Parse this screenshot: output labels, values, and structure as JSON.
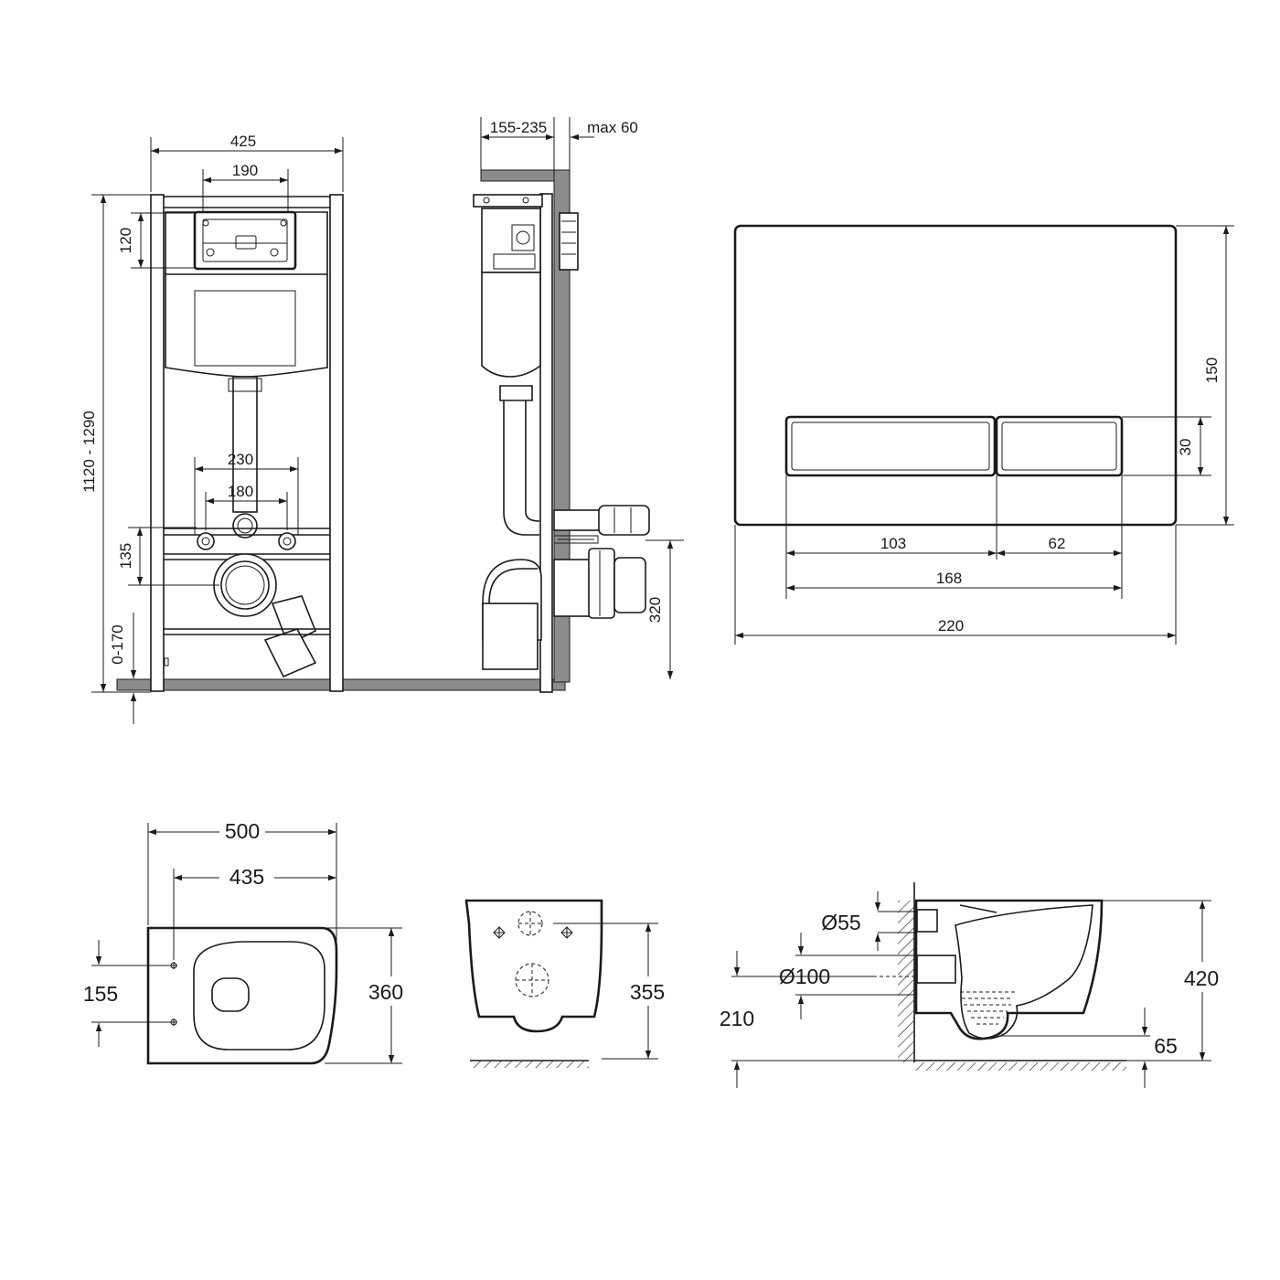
{
  "frame_front": {
    "width": "425",
    "plate_width": "190",
    "plate_height": "120",
    "height_range": "1120 - 1290",
    "bolt_spacing_outer": "230",
    "bolt_spacing_inner": "180",
    "outlet_height_offset": "135",
    "leg_adjust": "0-170"
  },
  "frame_side": {
    "depth_range": "155-235",
    "wall_max": "max 60",
    "outlet_height": "320"
  },
  "flush_plate": {
    "height": "150",
    "button_height": "30",
    "button_left_width": "103",
    "button_right_width": "62",
    "buttons_total_width": "168",
    "total_width": "220"
  },
  "bowl_top": {
    "length": "500",
    "fixing_to_front": "435",
    "fixing_spacing": "155",
    "width": "360"
  },
  "bowl_back": {
    "height": "355"
  },
  "bowl_side": {
    "inlet_diameter": "Ø55",
    "outlet_diameter": "Ø100",
    "outlet_height": "210",
    "bowl_height": "420",
    "water_level": "65"
  },
  "colors": {
    "line": "#1a1a1a",
    "wall_fill": "#8c8c8c"
  }
}
